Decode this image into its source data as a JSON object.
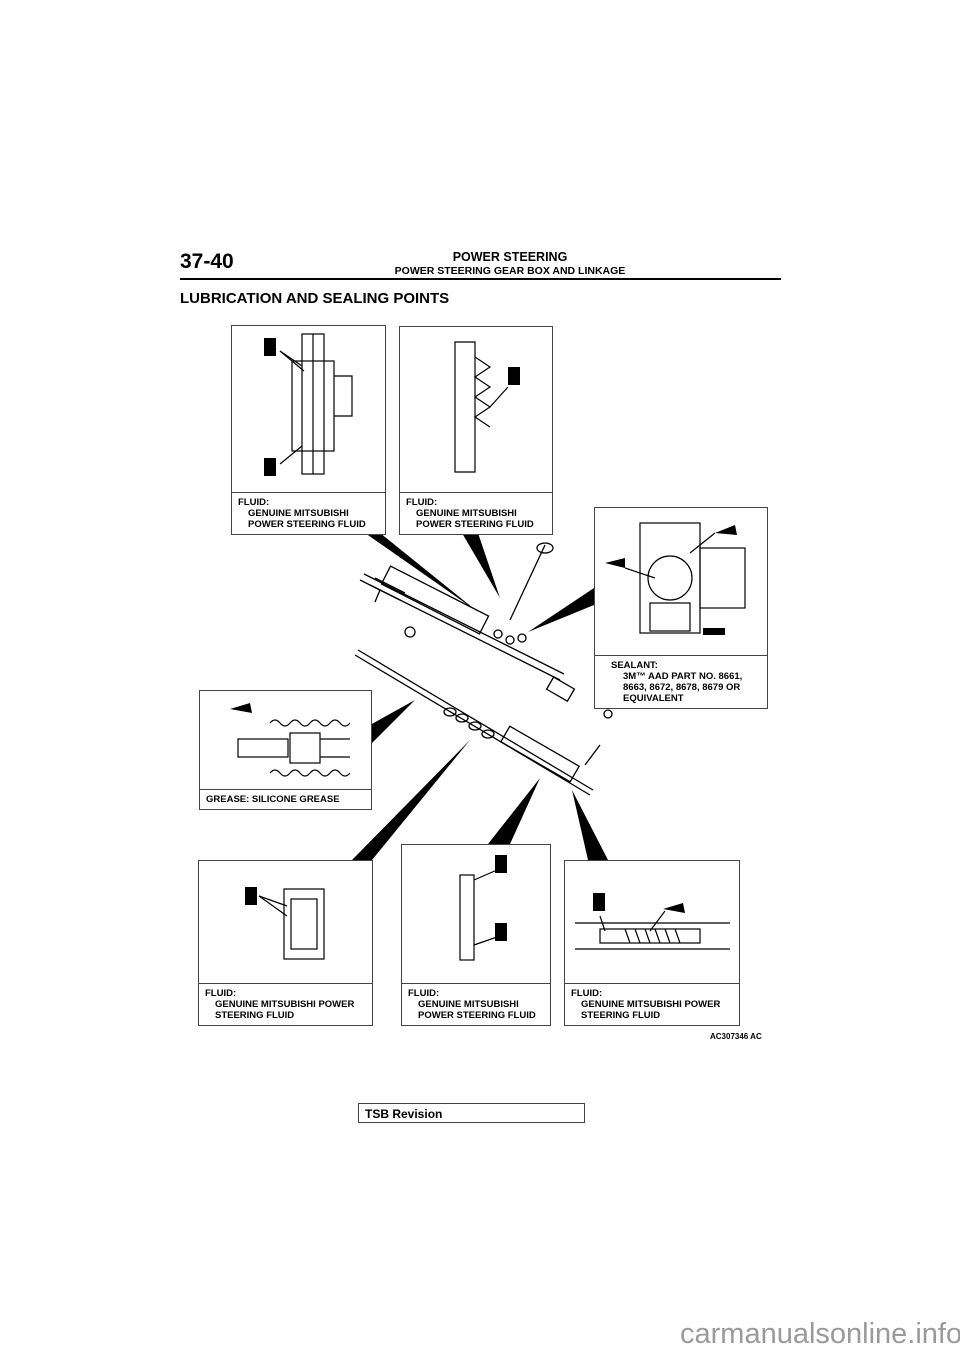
{
  "header": {
    "page_number": "37-40",
    "chapter": "POWER STEERING",
    "subchapter": "POWER STEERING GEAR BOX AND LINKAGE"
  },
  "section_title": "LUBRICATION AND SEALING POINTS",
  "callouts": [
    {
      "title": "FLUID:",
      "lines": [
        "GENUINE MITSUBISHI",
        "POWER STEERING FLUID"
      ]
    },
    {
      "title": "FLUID:",
      "lines": [
        "GENUINE MITSUBISHI",
        "POWER STEERING FLUID"
      ]
    },
    {
      "title": "SEALANT:",
      "lines": [
        "3M™ AAD PART NO. 8661,",
        "8663, 8672, 8678, 8679 OR",
        "EQUIVALENT"
      ]
    },
    {
      "title": "GREASE: SILICONE GREASE",
      "lines": []
    },
    {
      "title": "FLUID:",
      "lines": [
        "GENUINE MITSUBISHI POWER",
        "STEERING FLUID"
      ]
    },
    {
      "title": "FLUID:",
      "lines": [
        "GENUINE MITSUBISHI",
        "POWER STEERING FLUID"
      ]
    },
    {
      "title": "FLUID:",
      "lines": [
        "GENUINE MITSUBISHI POWER",
        "STEERING FLUID"
      ]
    }
  ],
  "figure_code": "AC307346 AC",
  "footer": {
    "tsb_label": "TSB Revision"
  },
  "watermark": "carmanualsonline.info"
}
